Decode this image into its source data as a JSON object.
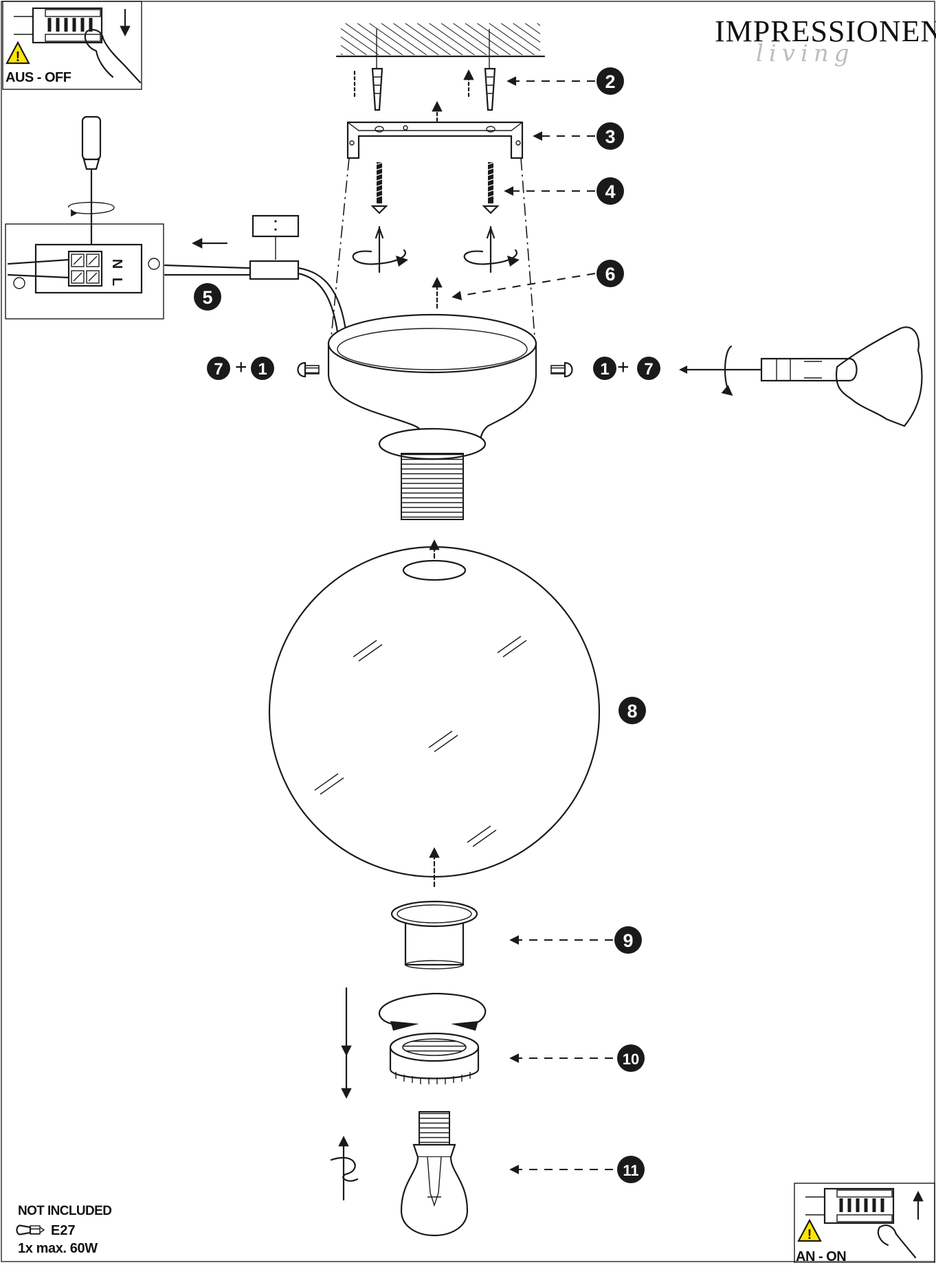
{
  "brand": {
    "name": "IMPRESSIONEN",
    "tagline": "living"
  },
  "power": {
    "off_label": "AUS - OFF",
    "on_label": "AN - ON"
  },
  "terminal_letters": {
    "neutral": "N",
    "live": "L"
  },
  "step_numbers": {
    "step_1": "1",
    "step_2": "2",
    "step_3": "3",
    "step_4": "4",
    "step_5": "5",
    "step_6": "6",
    "step_7": "7",
    "step_8": "8",
    "step_9": "9",
    "step_10": "10",
    "step_11": "11"
  },
  "combo_left": {
    "first": "7",
    "plus": "+",
    "second": "1"
  },
  "combo_right": {
    "first": "1",
    "plus": "+",
    "second": "7"
  },
  "bulb_info": {
    "not_included": "NOT INCLUDED",
    "socket": "E27",
    "wattage": "1x max. 60W"
  },
  "colors": {
    "ink": "#1a1a1a",
    "warning_yellow": "#ffe600",
    "tagline_grey": "#bdbdbd"
  },
  "icons": [
    "warning-triangle-icon",
    "circuit-breaker-icon",
    "hand-icon",
    "screwdriver-icon",
    "ceiling-icon",
    "wall-plug-icon",
    "mounting-bracket-icon",
    "screw-icon",
    "rotate-arrow-icon",
    "terminal-block-icon",
    "canopy-icon",
    "glass-globe-icon",
    "bulb-holder-ring-icon",
    "lock-ring-icon",
    "light-bulb-icon",
    "small-bulb-icon"
  ]
}
